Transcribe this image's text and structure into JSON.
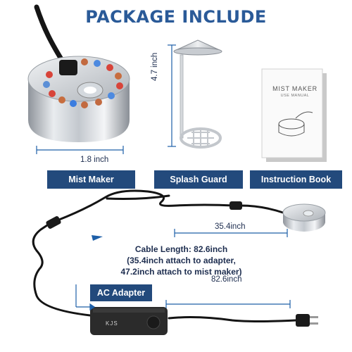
{
  "heading": "PACKAGE INCLUDE",
  "items": [
    {
      "label": "Mist Maker",
      "dimension": "1.8 inch"
    },
    {
      "label": "Splash Guard",
      "dimension": "4.7 inch"
    },
    {
      "label": "Instruction Book",
      "book_title": "MIST MAKER",
      "book_subtitle": "USE MANUAL"
    }
  ],
  "adapter": {
    "label": "AC Adapter",
    "brand_mark": "KJS"
  },
  "cable": {
    "length_to_mist_maker": "35.4inch",
    "length_to_plug": "82.6inch",
    "summary_line1": "Cable Length: 82.6inch",
    "summary_line2": "(35.4inch attach to adapter,",
    "summary_line3": "47.2inch attach to mist maker)"
  },
  "colors": {
    "heading": "#2a5a98",
    "label_background": "#234a7c",
    "label_text": "#ffffff",
    "dimension_line": "#1d5fa8",
    "cable": "#141414"
  }
}
